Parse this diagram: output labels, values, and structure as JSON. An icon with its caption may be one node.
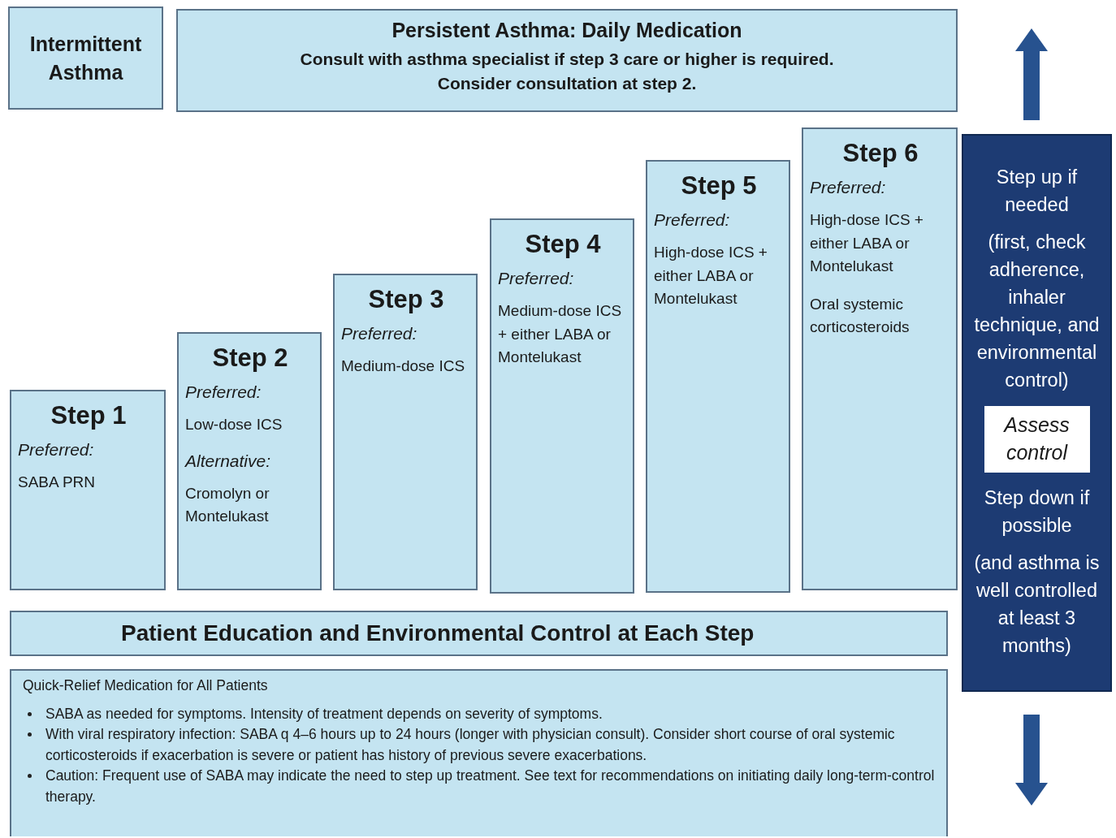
{
  "diagram": {
    "nodes": [
      {
        "text": [
          "Intermittent Asthma"
        ]
      },
      {
        "text": [
          "Persistent Asthma: Daily Medication",
          "Consult with asthma specialist if step 3 care or higher is required. Consider consultation at step 2."
        ]
      },
      {
        "text": [
          "Step 1",
          "Preferred:",
          "SABA PRN"
        ]
      },
      {
        "text": [
          "Step 2",
          "Preferred:",
          "Low-dose ICS",
          "Alternative:",
          "Cromolyn or Montelukast"
        ]
      },
      {
        "text": [
          "Step 3",
          "Preferred:",
          "Medium-dose ICS"
        ]
      },
      {
        "text": [
          "Step 4",
          "Preferred:",
          "Medium-dose ICS + either LABA or Montelukast"
        ]
      },
      {
        "text": [
          "Step 5",
          "Preferred:",
          "High-dose ICS + either LABA or Montelukast"
        ]
      },
      {
        "text": [
          "Step 6",
          "Preferred:",
          "High-dose ICS + either LABA or Montelukast",
          "Oral systemic corticosteroids"
        ]
      },
      {
        "text": [
          "Patient Education and Environmental Control at Each Step"
        ]
      },
      {
        "text": [
          "Quick-Relief Medication for All Patients",
          "SABA as needed for symptoms.  Intensity of treatment depends on severity of symptoms.",
          "With viral respiratory infection:  SABA q 4–6 hours up to 24 hours (longer with physician consult).  Consider short course of oral systemic corticosteroids if exacerbation is severe or patient has history of previous severe exacerbations.",
          "Caution:  Frequent use of SABA may indicate the need to step up treatment.  See text for recommendations on initiating daily long-term-control therapy."
        ]
      },
      {
        "text": [
          "Step up if needed",
          "(first, check adherence, inhaler technique, and environmental control)",
          "Step down if possible",
          "(and asthma is well controlled at least 3 months)"
        ]
      },
      {
        "text": [
          "Assess control"
        ],
        "in": 10
      }
    ]
  }
}
